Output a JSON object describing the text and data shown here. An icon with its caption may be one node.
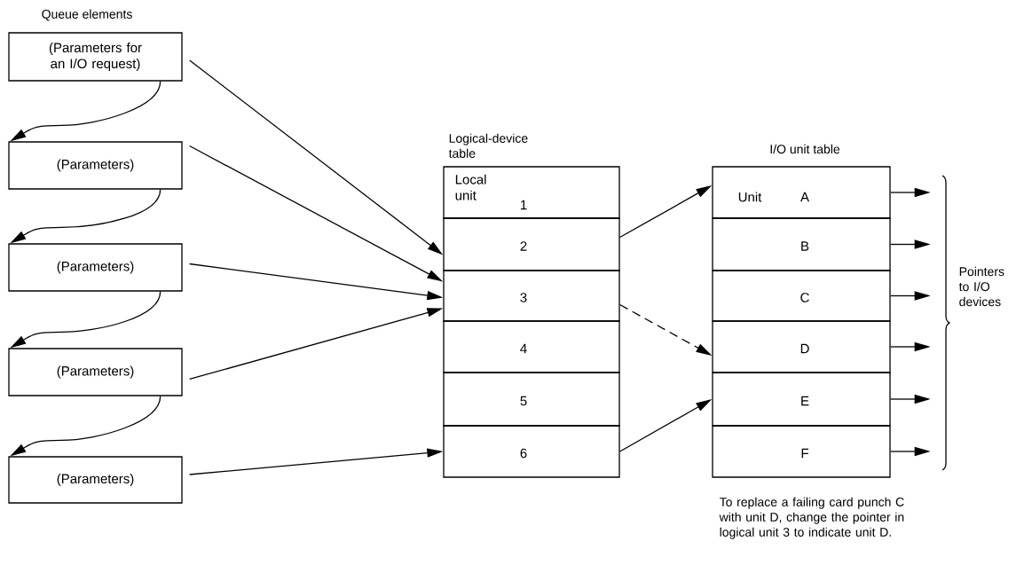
{
  "diagram": {
    "nodes": [
      {
        "text": [
          "(Parameters for an I/O request)"
        ]
      },
      {
        "text": [
          "(Parameters)"
        ]
      },
      {
        "text": [
          "(Parameters)"
        ]
      },
      {
        "text": [
          "(Parameters)"
        ]
      },
      {
        "text": [
          "(Parameters)"
        ]
      },
      {
        "text": [
          "Local unit",
          "1"
        ]
      },
      {
        "text": [
          "2"
        ]
      },
      {
        "text": [
          "3"
        ]
      },
      {
        "text": [
          "4"
        ]
      },
      {
        "text": [
          "5"
        ]
      },
      {
        "text": [
          "6"
        ]
      },
      {
        "text": [
          "Unit",
          "A"
        ]
      },
      {
        "text": [
          "B"
        ]
      },
      {
        "text": [
          "C"
        ]
      },
      {
        "text": [
          "D"
        ]
      },
      {
        "text": [
          "E"
        ]
      },
      {
        "text": [
          "F"
        ]
      }
    ],
    "edges": [
      {
        "from": 0,
        "to": 1,
        "arrow": "to"
      },
      {
        "from": 1,
        "to": 2,
        "arrow": "to"
      },
      {
        "from": 2,
        "to": 3,
        "arrow": "to"
      },
      {
        "from": 3,
        "to": 4,
        "arrow": "to"
      },
      {
        "from": 0,
        "to": 6,
        "arrow": "to"
      },
      {
        "from": 1,
        "to": 7,
        "arrow": "to"
      },
      {
        "from": 2,
        "to": 7,
        "arrow": "to"
      },
      {
        "from": 3,
        "to": 7,
        "arrow": "to"
      },
      {
        "from": 4,
        "to": 10,
        "arrow": "to"
      },
      {
        "from": 6,
        "to": 11,
        "arrow": "to"
      },
      {
        "from": 7,
        "to": 14,
        "arrow": "to",
        "style": "dashed"
      },
      {
        "from": 10,
        "to": 15,
        "arrow": "to"
      },
      {
        "from": 11,
        "to": null,
        "arrow": "to"
      },
      {
        "from": 12,
        "to": null,
        "arrow": "to"
      },
      {
        "from": 13,
        "to": null,
        "arrow": "to"
      },
      {
        "from": 14,
        "to": null,
        "arrow": "to"
      },
      {
        "from": 15,
        "to": null,
        "arrow": "to"
      },
      {
        "from": 16,
        "to": null,
        "arrow": "to"
      }
    ],
    "labels": [
      "Queue elements",
      "Logical-device table",
      "I/O unit table",
      "Pointers to I/O devices",
      "To replace a failing card punch C with unit D, change the pointer in logical unit 3 to indicate unit D."
    ]
  }
}
